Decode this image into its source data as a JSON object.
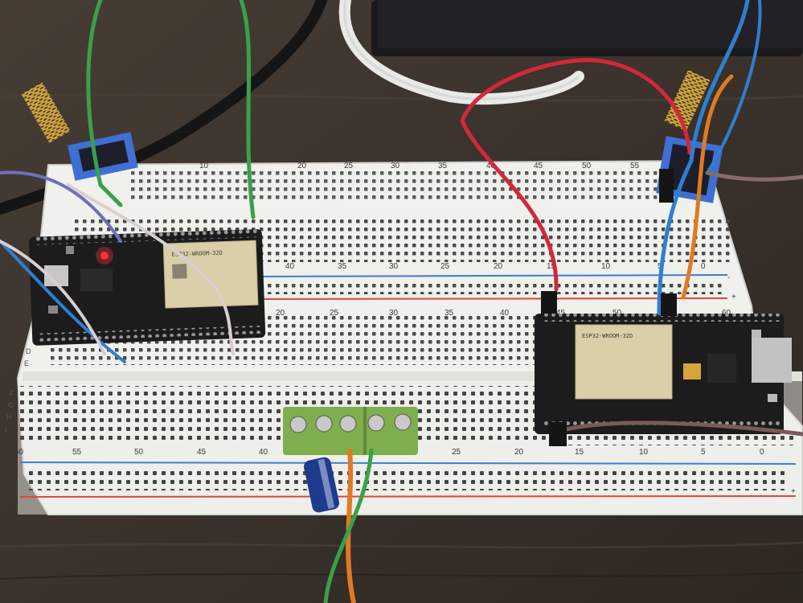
{
  "photo": {
    "board_top_numbers": [
      "10",
      "20",
      "25",
      "30",
      "35",
      "40",
      "45",
      "50",
      "55"
    ],
    "board_mid_upper_numbers": [
      "40",
      "35",
      "30",
      "25",
      "20",
      "15",
      "10",
      "5",
      "0"
    ],
    "board_mid_lower_numbers": [
      "20",
      "25",
      "30",
      "35",
      "40",
      "45",
      "50",
      "60"
    ],
    "board_bottom_numbers": [
      "60",
      "55",
      "50",
      "45",
      "40",
      "25",
      "20",
      "15",
      "10",
      "5",
      "0"
    ],
    "row_letters_left_upper": [
      "D",
      "E"
    ],
    "row_letters_left_lower": [
      "F",
      "G",
      "H",
      "I"
    ],
    "rail_minus": "-",
    "rail_plus": "+",
    "module_left_label": "ESP32-WROOM-32D",
    "module_right_label": "ESP32-WROOM-32D",
    "colors": {
      "wood": "#3a332d",
      "breadboard": "#eeeeea",
      "pcb": "#1c1c1c",
      "shield": "#d9cfa8",
      "terminal": "#7fae4f",
      "wire_red": "#d2283b",
      "wire_green": "#3aa04a",
      "wire_blue": "#2e7fd0",
      "wire_orange": "#e07a22",
      "rail_red": "#d9473f",
      "rail_blue": "#3f7ed0",
      "antenna": "#d7a93a"
    }
  }
}
